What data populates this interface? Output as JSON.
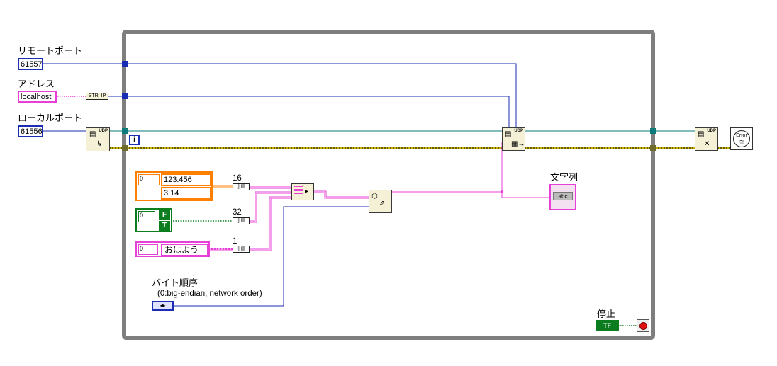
{
  "remote_port": {
    "label": "リモートポート",
    "value": "61557"
  },
  "address": {
    "label": "アドレス",
    "value": "localhost",
    "conv": "STR_IP"
  },
  "local_port": {
    "label": "ローカルポート",
    "value": "61556"
  },
  "loop_iteration": "i",
  "array_dbl": {
    "index": "0",
    "values": [
      "123.456",
      "3.14"
    ],
    "cast": "16"
  },
  "array_bool": {
    "index": "0",
    "values": [
      "F",
      "T"
    ],
    "cast": "32"
  },
  "array_str": {
    "index": "0",
    "values": [
      "おはよう"
    ],
    "cast": "1"
  },
  "byte_order": {
    "label": "バイト順序",
    "sublabel": "(0:big-endian, network order)"
  },
  "string_indicator": {
    "label": "文字列",
    "tag": "abc"
  },
  "stop": {
    "label": "停止",
    "value": "TF"
  },
  "udp_tag": "UDP",
  "error_icon_text": "Error",
  "colors": {
    "int_wire": "#1c2db5",
    "str_wire": "#e93fd9",
    "dbl_wire": "#ff7f00",
    "bool_wire": "#0b7d1e",
    "error_wire": "#c8b400",
    "refnum_wire": "#0a7a7a",
    "loop_border": "#7e7e7e"
  }
}
